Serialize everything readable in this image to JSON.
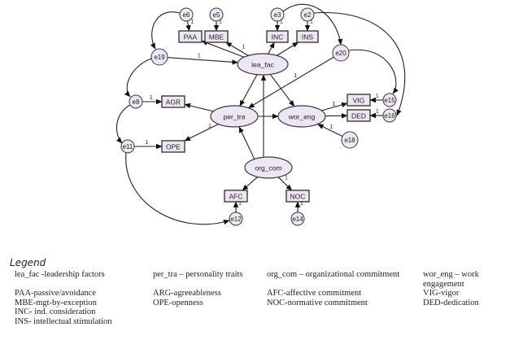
{
  "diagram": {
    "latent": [
      {
        "id": "lea_fac",
        "label": "lea_fac"
      },
      {
        "id": "per_tra",
        "label": "per_tra"
      },
      {
        "id": "wor_eng",
        "label": "wor_eng"
      },
      {
        "id": "org_com",
        "label": "org_com"
      }
    ],
    "observed": [
      {
        "id": "PAA",
        "label": "PAA"
      },
      {
        "id": "MBE",
        "label": "MBE"
      },
      {
        "id": "INC",
        "label": "INC"
      },
      {
        "id": "INS",
        "label": "INS"
      },
      {
        "id": "AGR",
        "label": "AGR"
      },
      {
        "id": "OPE",
        "label": "OPE"
      },
      {
        "id": "VIG",
        "label": "VIG"
      },
      {
        "id": "DED",
        "label": "DED"
      },
      {
        "id": "AFC",
        "label": "AFC"
      },
      {
        "id": "NOC",
        "label": "NOC"
      }
    ],
    "errors": [
      {
        "id": "e6",
        "label": "e6"
      },
      {
        "id": "e5",
        "label": "e5"
      },
      {
        "id": "e3",
        "label": "e3"
      },
      {
        "id": "e2",
        "label": "e2"
      },
      {
        "id": "e19",
        "label": "e19"
      },
      {
        "id": "e20",
        "label": "e20"
      },
      {
        "id": "e8",
        "label": "e8"
      },
      {
        "id": "e11",
        "label": "e11"
      },
      {
        "id": "e15",
        "label": "e15"
      },
      {
        "id": "e16",
        "label": "e16"
      },
      {
        "id": "e18",
        "label": "e18"
      },
      {
        "id": "e12",
        "label": "e12"
      },
      {
        "id": "e14",
        "label": "e14"
      }
    ],
    "paths": [
      {
        "from": "e6",
        "to": "PAA",
        "label": "1"
      },
      {
        "from": "e5",
        "to": "MBE",
        "label": "1"
      },
      {
        "from": "e3",
        "to": "INC",
        "label": "1"
      },
      {
        "from": "e2",
        "to": "INS",
        "label": "1"
      },
      {
        "from": "lea_fac",
        "to": "PAA",
        "label": ""
      },
      {
        "from": "lea_fac",
        "to": "MBE",
        "label": "1"
      },
      {
        "from": "lea_fac",
        "to": "INC",
        "label": ""
      },
      {
        "from": "lea_fac",
        "to": "INS",
        "label": ""
      },
      {
        "from": "e19",
        "to": "lea_fac",
        "label": "1"
      },
      {
        "from": "lea_fac",
        "to": "per_tra",
        "label": ""
      },
      {
        "from": "lea_fac",
        "to": "wor_eng",
        "label": ""
      },
      {
        "from": "e20",
        "to": "per_tra",
        "label": "1"
      },
      {
        "from": "e8",
        "to": "AGR",
        "label": "1"
      },
      {
        "from": "e11",
        "to": "OPE",
        "label": "1"
      },
      {
        "from": "per_tra",
        "to": "AGR",
        "label": ""
      },
      {
        "from": "per_tra",
        "to": "OPE",
        "label": "1"
      },
      {
        "from": "per_tra",
        "to": "wor_eng",
        "label": ""
      },
      {
        "from": "wor_eng",
        "to": "VIG",
        "label": "1"
      },
      {
        "from": "wor_eng",
        "to": "DED",
        "label": ""
      },
      {
        "from": "e15",
        "to": "VIG",
        "label": "1"
      },
      {
        "from": "e16",
        "to": "DED",
        "label": "1"
      },
      {
        "from": "e18",
        "to": "wor_eng",
        "label": "1"
      },
      {
        "from": "org_com",
        "to": "lea_fac",
        "label": ""
      },
      {
        "from": "org_com",
        "to": "per_tra",
        "label": ""
      },
      {
        "from": "org_com",
        "to": "AFC",
        "label": ""
      },
      {
        "from": "org_com",
        "to": "NOC",
        "label": "1"
      },
      {
        "from": "e12",
        "to": "AFC",
        "label": "1"
      },
      {
        "from": "e14",
        "to": "NOC",
        "label": "1"
      }
    ],
    "covariances": [
      {
        "a": "e6",
        "b": "e19"
      },
      {
        "a": "e19",
        "b": "e8"
      },
      {
        "a": "e8",
        "b": "e11"
      },
      {
        "a": "e11",
        "b": "e12"
      },
      {
        "a": "e3",
        "b": "e20"
      },
      {
        "a": "e2",
        "b": "e16"
      },
      {
        "a": "e20",
        "b": "e15"
      }
    ]
  },
  "legend": {
    "title": "Legend",
    "col1": [
      "lea_fac -leadership factors",
      "",
      "PAA-passive/avoidance",
      "MBE-mgt-by-exception",
      "INC- ind. consideration",
      "INS- intellectual stimulation"
    ],
    "col2": [
      "per_tra – personality traits",
      "",
      "ARG-agreeableness",
      "OPE-openness"
    ],
    "col3": [
      "org_com – organizational commitment",
      "",
      "AFC-affective commitment",
      "NOC-normative commitment"
    ],
    "col4": [
      "wor_eng – work",
      "engagement",
      "VIG-vigor",
      "DED-dedication"
    ]
  }
}
